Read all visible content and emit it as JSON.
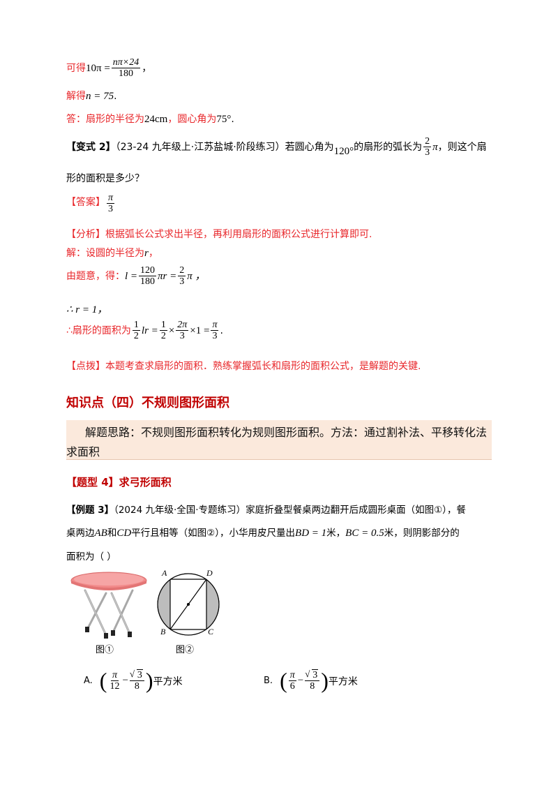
{
  "line1": {
    "prefix": "可得",
    "lhs": "10π =",
    "num": "nπ×24",
    "den": "180",
    "suffix": "，"
  },
  "line2": {
    "prefix": "解得",
    "expr": "n = 75",
    "suffix": "."
  },
  "line3": {
    "prefix": "答：扇形的半径为",
    "v1": "24cm",
    "mid": "，圆心角为",
    "v2": "75°",
    "suffix": "."
  },
  "variant2": {
    "tag": "【变式 2】",
    "source": "（23-24 九年级上·江苏盐城·阶段练习）若圆心角为",
    "angle": "120°",
    "text2": "的扇形的弧长为",
    "arc_num": "2",
    "arc_den": "3",
    "arc_pi": "π",
    "text3": "，则这个扇",
    "line2": "形的面积是多少？"
  },
  "answer": {
    "tag": "【答案】",
    "num": "π",
    "den": "3"
  },
  "analysis": "【分析】根据弧长公式求出半径，再利用扇形的面积公式进行计算即可.",
  "sol1": {
    "prefix": "解：设圆的半径为",
    "var": "r",
    "suffix": "，"
  },
  "sol2": {
    "prefix": "由题意，得：",
    "l": "l =",
    "num": "120",
    "den": "180",
    "mid": "πr =",
    "num2": "2",
    "den2": "3",
    "end": "π ，"
  },
  "sol3": {
    "text": "∴ r = 1，"
  },
  "sol4": {
    "prefix": "∴扇形的面积为",
    "f1n": "1",
    "f1d": "2",
    "lr": "lr =",
    "f2n": "1",
    "f2d": "2",
    "times": "×",
    "f3n": "2π",
    "f3d": "3",
    "times2": "×1 =",
    "f4n": "π",
    "f4d": "3",
    "suffix": "."
  },
  "tip": "【点拨】本题考查求扇形的面积．熟练掌握弧长和扇形的面积公式，是解题的关键.",
  "section_heading": "知识点（四）不规则图形面积",
  "hint": {
    "line1": "解题思路：不规则图形面积转化为规则图形面积。方法：通过割补法、平移转化法",
    "line2": "求面积"
  },
  "type4": "【题型 4】求弓形面积",
  "example3": {
    "tag": "【例题 3】",
    "line1": "（2024 九年级·全国·专题练习）家庭折叠型餐桌两边翻开后成圆形桌面（如图①），餐",
    "line2a": "桌两边",
    "ab": "AB",
    "line2b": "和",
    "cd": "CD",
    "line2c": "平行且相等（如图②），小华用皮尺量出",
    "bd": "BD = 1",
    "line2d": "米，",
    "bc": "BC = 0.5",
    "line2e": "米，则阴影部分的",
    "line3": "面积为（    ）"
  },
  "figure": {
    "fig1_caption": "图①",
    "fig2_caption": "图②",
    "labels": [
      "A",
      "D",
      "B",
      "C"
    ]
  },
  "options": [
    {
      "label": "A.",
      "a_num": "π",
      "a_den": "12",
      "b_num": "3",
      "b_den": "8",
      "unit": "平方米"
    },
    {
      "label": "B.",
      "a_num": "π",
      "a_den": "6",
      "b_num": "3",
      "b_den": "8",
      "unit": "平方米"
    }
  ],
  "colors": {
    "red": "#e8262a",
    "darkred": "#c00000",
    "hint_bg": "#fbe9dc",
    "table_top": "#f28b8b"
  }
}
